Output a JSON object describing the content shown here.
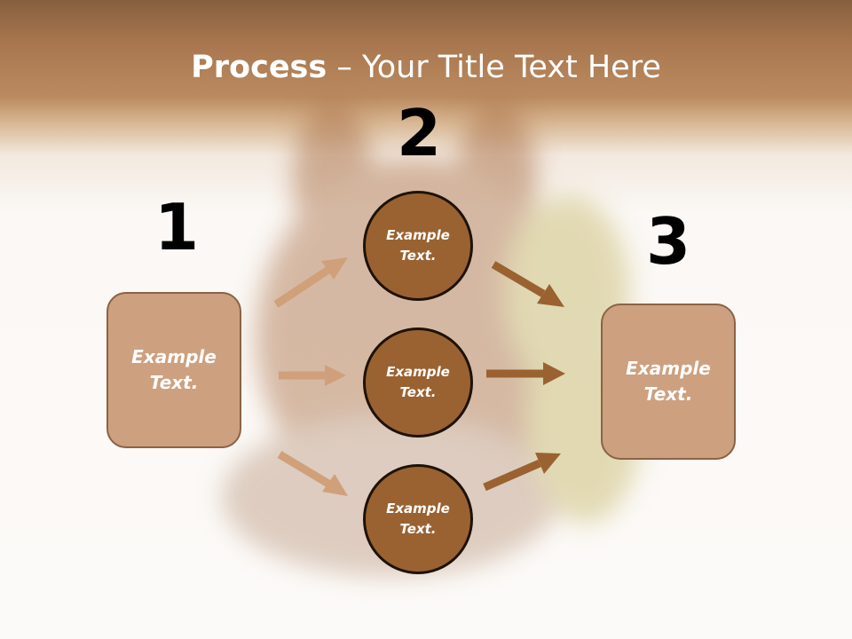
{
  "title": {
    "bold": "Process",
    "rest": " – Your Title Text Here"
  },
  "steps": {
    "one": "1",
    "two": "2",
    "three": "3"
  },
  "left_box": {
    "text": "Example\nText."
  },
  "right_box": {
    "text": "Example\nText."
  },
  "circles": [
    {
      "text": "Example\nText."
    },
    {
      "text": "Example\nText."
    },
    {
      "text": "Example\nText."
    }
  ],
  "colors": {
    "light_arrow": "#d0a07b",
    "dark_arrow": "#9a6231",
    "box_fill": "#cda07f",
    "circle_fill": "#9a6231"
  }
}
